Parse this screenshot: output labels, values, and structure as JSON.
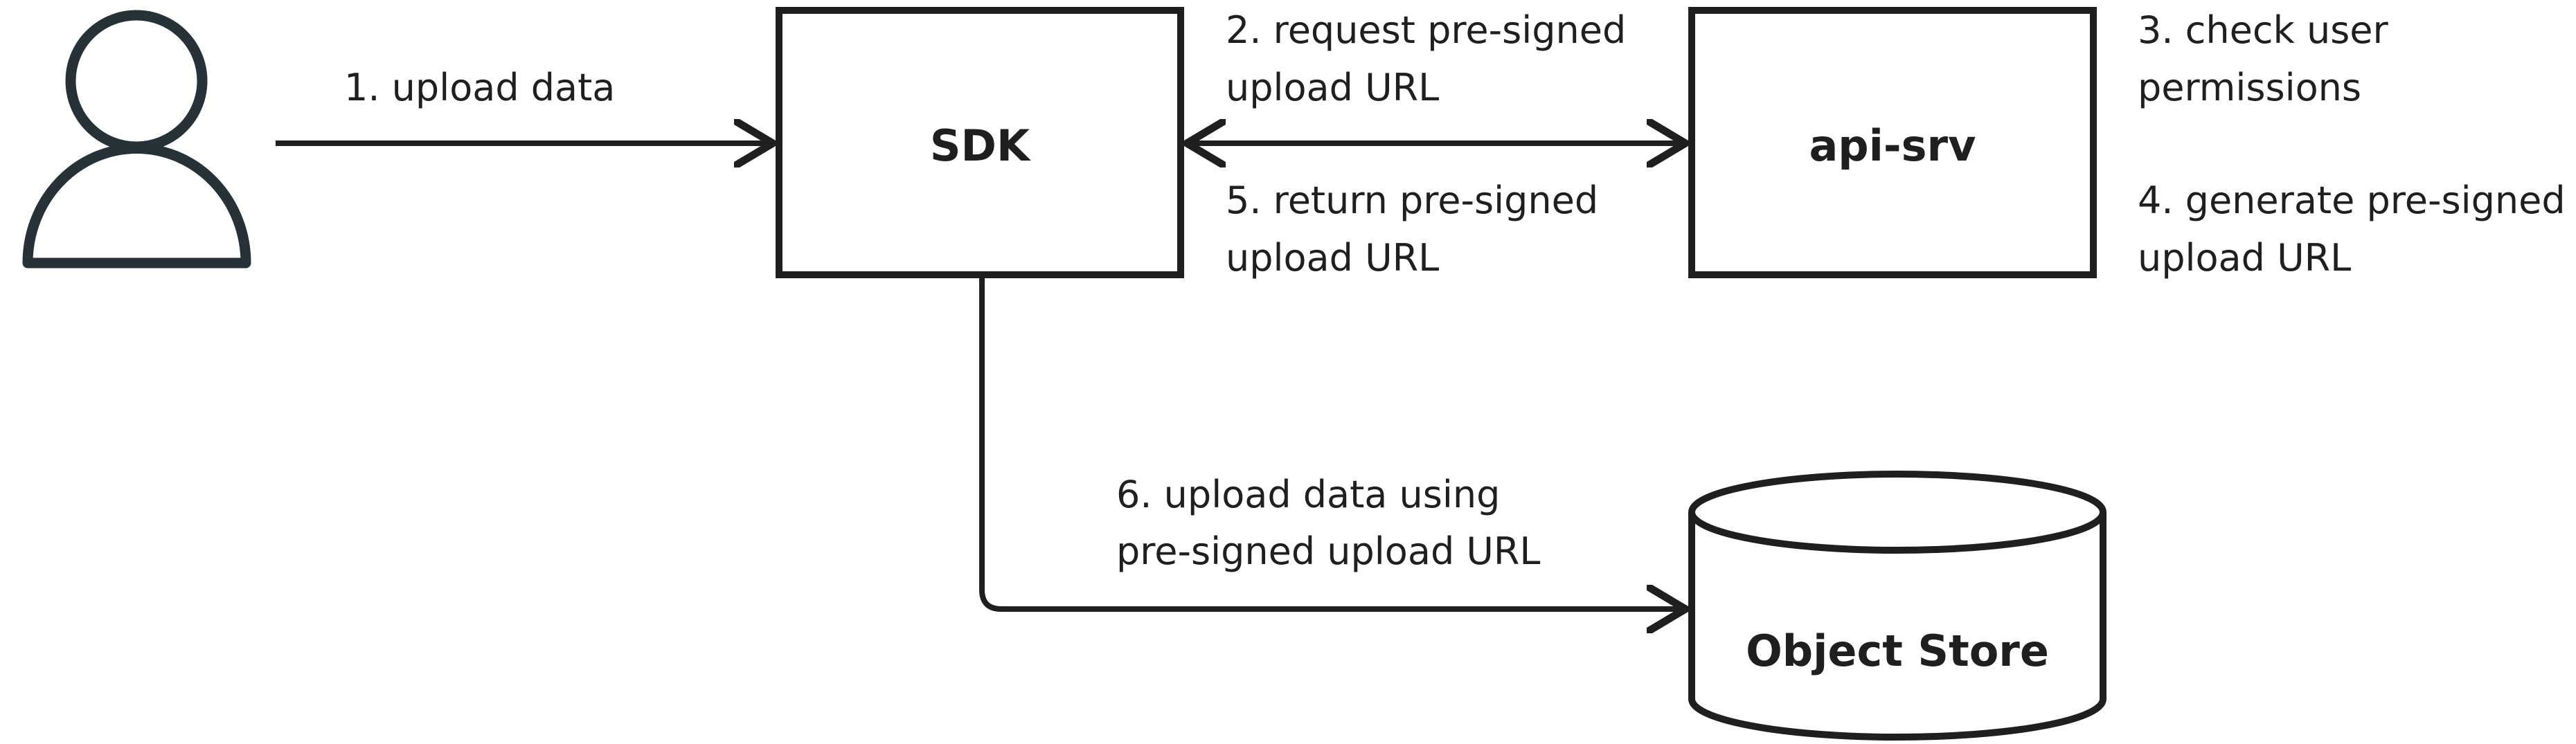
{
  "nodes": {
    "user": {
      "icon": "user-icon"
    },
    "sdk": {
      "label": "SDK"
    },
    "api": {
      "label": "api-srv"
    },
    "store": {
      "label": "Object Store",
      "icon": "database-cylinder-icon"
    }
  },
  "edges": {
    "e1": {
      "lines": [
        "1. upload data"
      ]
    },
    "e2": {
      "lines": [
        "2. request pre-signed",
        "upload URL"
      ]
    },
    "e5": {
      "lines": [
        "5. return pre-signed",
        "upload URL"
      ]
    },
    "e6": {
      "lines": [
        "6. upload data using",
        "pre-signed upload URL"
      ]
    }
  },
  "notes": {
    "n3": {
      "lines": [
        "3. check user",
        "permissions"
      ]
    },
    "n4": {
      "lines": [
        "4. generate pre-signed",
        "upload URL"
      ]
    }
  },
  "colors": {
    "stroke": "#1f1f1f",
    "icon": "#263238",
    "background": "#ffffff"
  }
}
